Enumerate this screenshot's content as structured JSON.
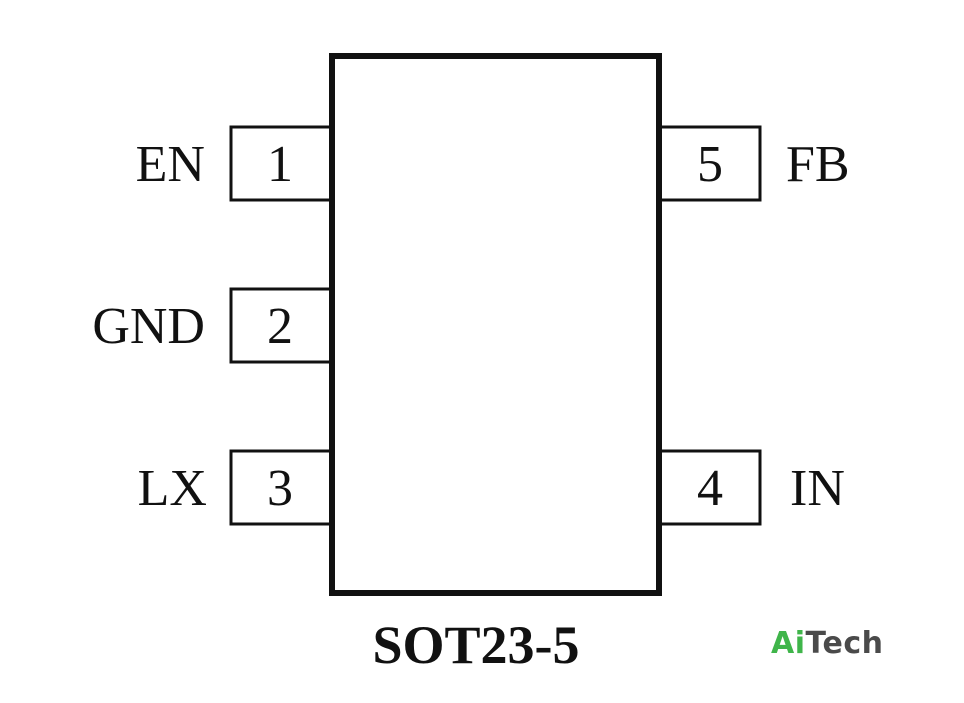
{
  "package": {
    "name": "SOT23-5",
    "outline_color": "#111111"
  },
  "pins": [
    {
      "number": "1",
      "label": "EN",
      "side": "left"
    },
    {
      "number": "2",
      "label": "GND",
      "side": "left"
    },
    {
      "number": "3",
      "label": "LX",
      "side": "left"
    },
    {
      "number": "4",
      "label": "IN",
      "side": "right"
    },
    {
      "number": "5",
      "label": "FB",
      "side": "right"
    }
  ],
  "logo": {
    "part1": "Ai",
    "part2": "Tech",
    "color1": "#3fb54a",
    "color2": "#4a4a4a"
  }
}
